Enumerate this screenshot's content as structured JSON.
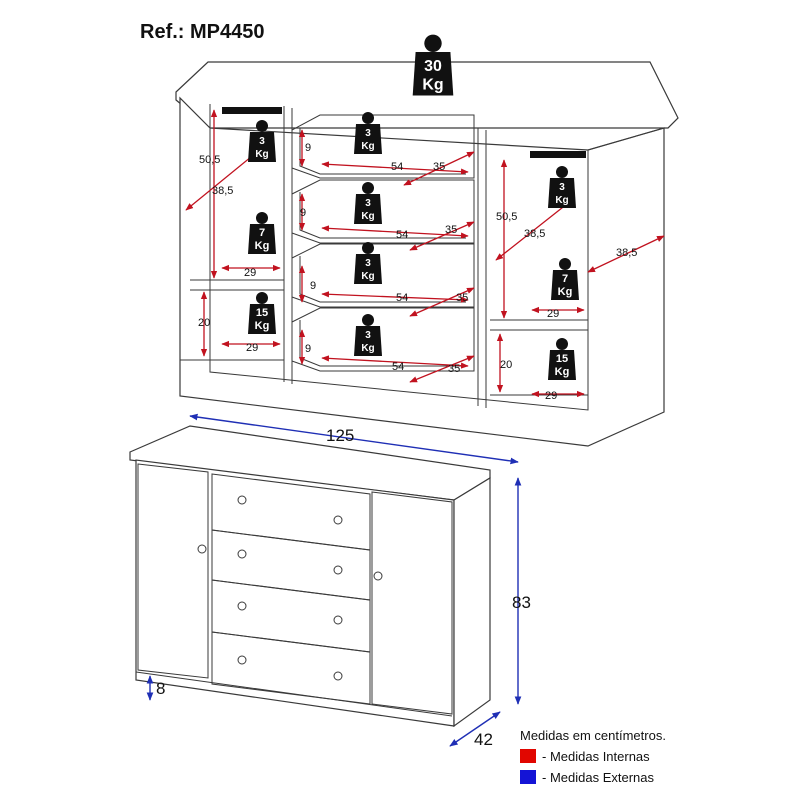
{
  "title": "Ref.: MP4450",
  "weights": {
    "top": [
      "30",
      "Kg"
    ],
    "drawer": [
      "3",
      "Kg"
    ],
    "hanger": [
      "3",
      "Kg"
    ],
    "shelf": [
      "7",
      "Kg"
    ],
    "bottom": [
      "15",
      "Kg"
    ]
  },
  "internal_dims": {
    "left_height": "50,5",
    "left_depth": "38,5",
    "shelf_width": "29",
    "lower_height": "20",
    "drawer_height": "9",
    "drawer_width": "54",
    "drawer_depth": "35",
    "right_height": "50,5",
    "right_depth": "38,5",
    "right_depth_outer": "38,5"
  },
  "external_dims": {
    "width": "125",
    "height": "83",
    "depth": "42",
    "feet": "8"
  },
  "legend": {
    "note": "Medidas em centímetros.",
    "internal": "- Medidas Internas",
    "external": "- Medidas Externas",
    "internal_color": "#e10600",
    "external_color": "#1414d6"
  }
}
